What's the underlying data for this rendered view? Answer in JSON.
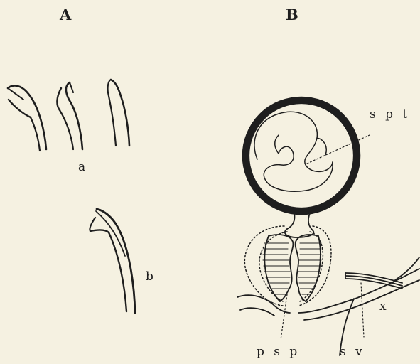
{
  "panels": {
    "left": {
      "label": "A",
      "parts": [
        {
          "label": "a"
        },
        {
          "label": "b"
        }
      ]
    },
    "right": {
      "label": "B",
      "annotations": [
        {
          "label": "s p t"
        },
        {
          "label": "p s p"
        },
        {
          "label": "s v"
        },
        {
          "label": "x"
        }
      ]
    }
  },
  "colors": {
    "paper": "#f5f1e1",
    "ink": "#1e1e1e"
  }
}
